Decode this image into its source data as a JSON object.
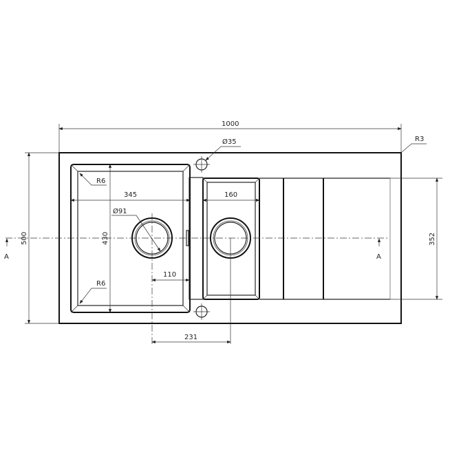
{
  "drawing": {
    "dimensions": {
      "overall_width": "1000",
      "overall_depth": "500",
      "corner_radius": "R3",
      "tap_hole": "Ø35",
      "main_bowl_width": "345",
      "main_bowl_depth": "430",
      "bowl_radius_top": "R6",
      "bowl_radius_bottom": "R6",
      "drain_diameter": "Ø91",
      "drain_offset": "110",
      "drain_spacing": "231",
      "small_bowl_width": "160",
      "drainboard_depth": "352"
    },
    "section_marker_left": "A",
    "section_marker_right": "A"
  }
}
